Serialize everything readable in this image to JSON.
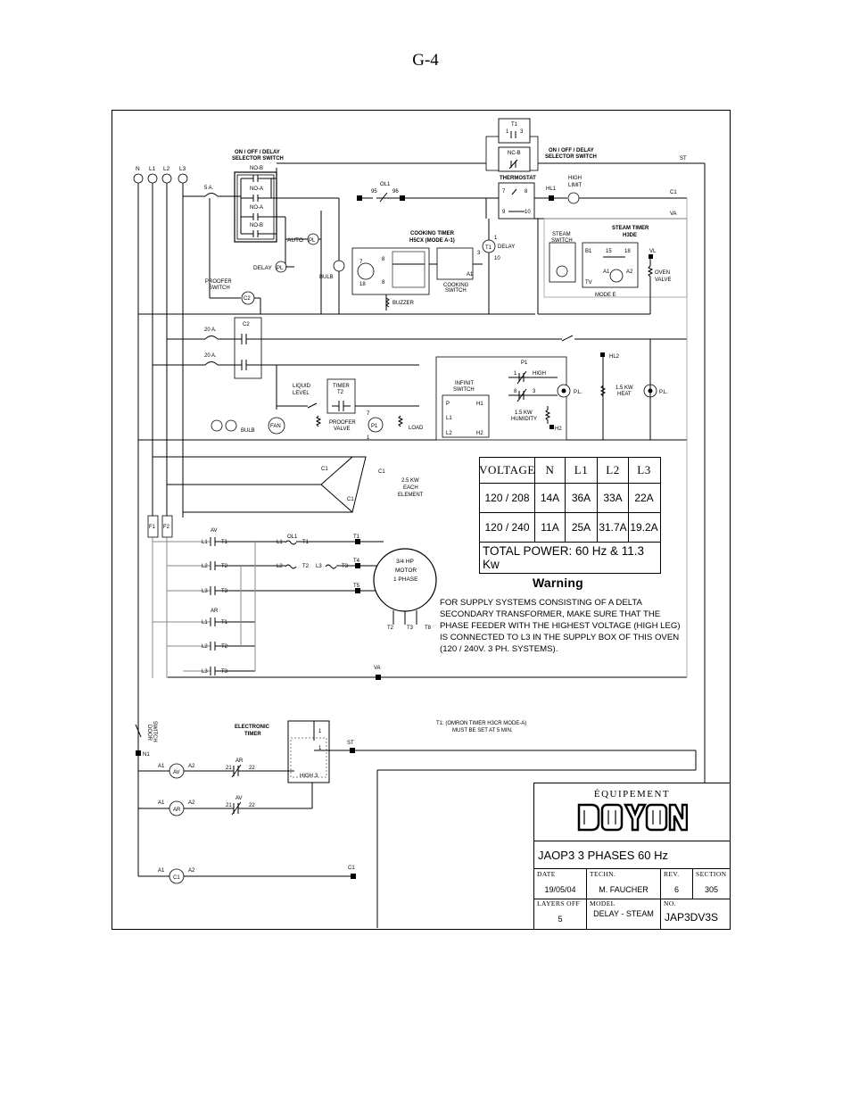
{
  "page": {
    "number": "G-4"
  },
  "supply_lines": [
    "N",
    "L1",
    "L2",
    "L3"
  ],
  "labels": {
    "selector_switch_left": [
      "ON / OFF / DELAY",
      "SELECTOR SWITCH"
    ],
    "selector_switch_right": [
      "ON / OFF / DELAY",
      "SELECTOR SWITCH"
    ],
    "selector_contacts": [
      "NO-B",
      "NO-A",
      "NO-A",
      "NO-B"
    ],
    "nc_b": "NC-B",
    "fuse_5a": "5 A.",
    "fuse_20a_1": "20 A.",
    "fuse_20a_2": "20 A.",
    "auto": "AUTO",
    "delay_lamp": "DELAY",
    "pl": "PL",
    "proofer_switch": [
      "PROOFER",
      "SWITCH"
    ],
    "c2": "C2",
    "ol1": "OL1",
    "ol1_95": "95",
    "ol1_96": "96",
    "t1_box": "T1",
    "t1_1": "1",
    "t1_3": "3",
    "thermostat": "THERMOSTAT",
    "thermo_7": "7",
    "thermo_8": "8",
    "thermo_9": "9",
    "thermo_10": "10",
    "hl1": "HL1",
    "high_limit": [
      "HIGH",
      "LIMIT"
    ],
    "st": "ST",
    "c1": "C1",
    "va": "VA",
    "cooking_timer": [
      "COOKING TIMER",
      "H5CX (MODE A-1)"
    ],
    "cooking_switch": [
      "COOKING",
      "SWITCH"
    ],
    "buzzer": "BUZZER",
    "bulb": "BULB",
    "delay_relay": "DELAY",
    "steam_switch": [
      "STEAM",
      "SWITCH"
    ],
    "steam_timer": [
      "STEAM TIMER",
      "H3DE"
    ],
    "b1": "B1",
    "t15": "15",
    "t18": "18",
    "vl": "VL",
    "a1": "A1",
    "a2": "A2",
    "tv": "TV",
    "oven_valve": [
      "OVEN",
      "VALVE"
    ],
    "mode_e": "MODE E",
    "p1": "P1",
    "hl2": "HL2",
    "infinit_switch": [
      "INFINIT",
      "SWITCH"
    ],
    "infinit_terms": [
      "P",
      "H1",
      "L1",
      "L2",
      "H2"
    ],
    "humidity": [
      "1.5 KW",
      "HUMIDITY"
    ],
    "heat": [
      "1.5 KW",
      "HEAT"
    ],
    "pl_dot": "P.L.",
    "h2": "H2",
    "liquid_level": [
      "LIQUID",
      "LEVEL"
    ],
    "timer_t2": [
      "TIMER",
      "T2"
    ],
    "proofer_valve": [
      "PROOFER",
      "VALVE"
    ],
    "fan": "FAN",
    "load": "LOAD",
    "element": [
      "2.5 KW",
      "EACH",
      "ELEMENT"
    ],
    "f1": "F1",
    "f2": "F2",
    "av": "AV",
    "ar": "AR",
    "motor": [
      "3/4 HP",
      "MOTOR",
      "1 PHASE"
    ],
    "motor_terms": [
      "T1",
      "T4",
      "T5",
      "T2",
      "T3",
      "T8"
    ],
    "electronic_timer": [
      "ELECTRONIC",
      "TIMER"
    ],
    "door_switch": [
      "DOOR",
      "SWITCH"
    ],
    "n1": "N1",
    "t1_note": [
      "T1: (OMRON TIMER H3CR MODE-A)",
      "MUST BE SET AT 5 MIN."
    ],
    "coil_22": "22",
    "coil_21": "21"
  },
  "voltage_table": {
    "headers": [
      "VOLTAGE",
      "N",
      "L1",
      "L2",
      "L3"
    ],
    "rows": [
      [
        "120 / 208",
        "14A",
        "36A",
        "33A",
        "22A"
      ],
      [
        "120 / 240",
        "11A",
        "25A",
        "31.7A",
        "19.2A"
      ]
    ],
    "total": "TOTAL POWER: 60 Hz & 11.3 Kw"
  },
  "warning": {
    "title": "Warning",
    "text": "FOR SUPPLY SYSTEMS CONSISTING OF A DELTA SECONDARY TRANSFORMER, MAKE SURE THAT THE PHASE FEEDER WITH THE HIGHEST VOLTAGE (HIGH LEG) IS CONNECTED TO L3 IN THE SUPPLY BOX OF THIS OVEN (120 / 240V. 3 PH. SYSTEMS)."
  },
  "title_block": {
    "brand_small": "ÉQUIPEMENT",
    "brand": "DOYON",
    "product": "JAOP3 3 PHASES 60 Hz",
    "date_label": "DATE",
    "date": "19/05/04",
    "techn_label": "TECHN.",
    "techn": "M. FAUCHER",
    "rev_label": "REV.",
    "rev": "6",
    "section_label": "SECTION",
    "section": "305",
    "layers_label": "LAYERS OFF",
    "layers": "5",
    "model_label": "MODEL",
    "model": "DELAY - STEAM",
    "no_label": "NO.",
    "no": "JAP3DV3S"
  }
}
